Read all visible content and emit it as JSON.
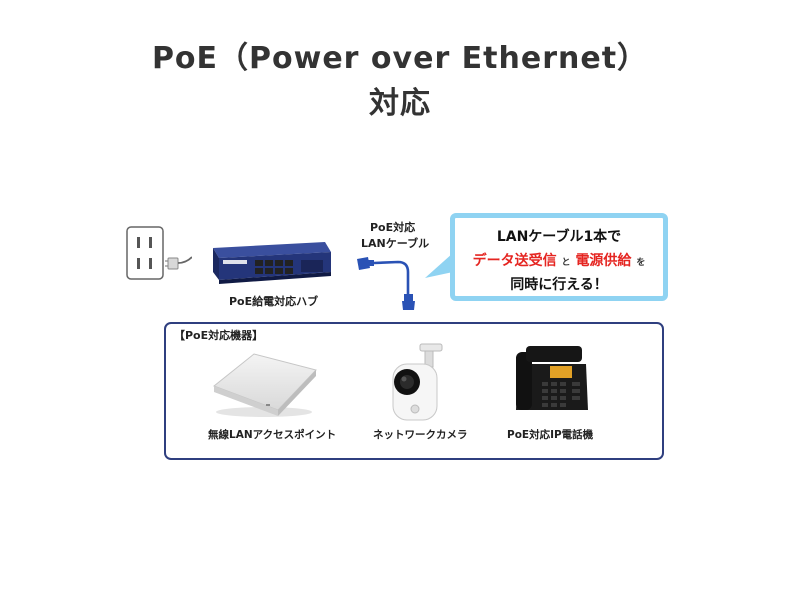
{
  "title": {
    "line1": "PoE（Power over Ethernet）",
    "line2": "対応"
  },
  "hub": {
    "label": "PoE給電対応ハブ"
  },
  "cable": {
    "label_line1": "PoE対応",
    "label_line2": "LANケーブル"
  },
  "callout": {
    "line1": "LANケーブル1本で",
    "part_data": "データ送受信",
    "part_and": "と",
    "part_power": "電源供給",
    "part_wo": "を",
    "line3": "同時に行える！"
  },
  "devices": {
    "box_title": "【PoE対応機器】",
    "items": [
      {
        "label": "無線LANアクセスポイント",
        "icon": "wireless-access-point-icon"
      },
      {
        "label": "ネットワークカメラ",
        "icon": "network-camera-icon"
      },
      {
        "label": "PoE対応IP電話機",
        "icon": "ip-phone-icon"
      }
    ]
  },
  "colors": {
    "accent_red": "#e52521",
    "callout_border": "#8fd3f2",
    "box_border": "#2f3f7f",
    "cable_blue": "#2a52b5",
    "hub_navy": "#2b3f86"
  }
}
